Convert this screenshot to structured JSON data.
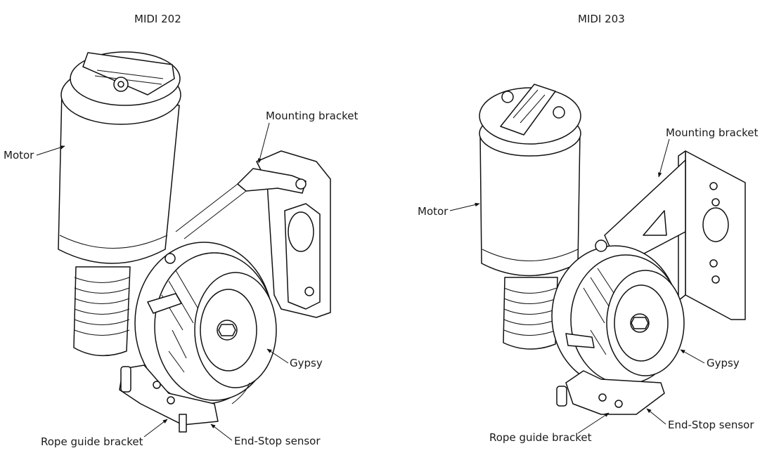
{
  "titles": {
    "left": "MIDI 202",
    "right": "MIDI 203"
  },
  "labels": {
    "motor": "Motor",
    "mounting_bracket": "Mounting bracket",
    "gypsy": "Gypsy",
    "rope_guide_bracket": "Rope guide bracket",
    "end_stop_sensor": "End-Stop sensor"
  },
  "colors": {
    "line": "#111111",
    "background": "#ffffff"
  }
}
